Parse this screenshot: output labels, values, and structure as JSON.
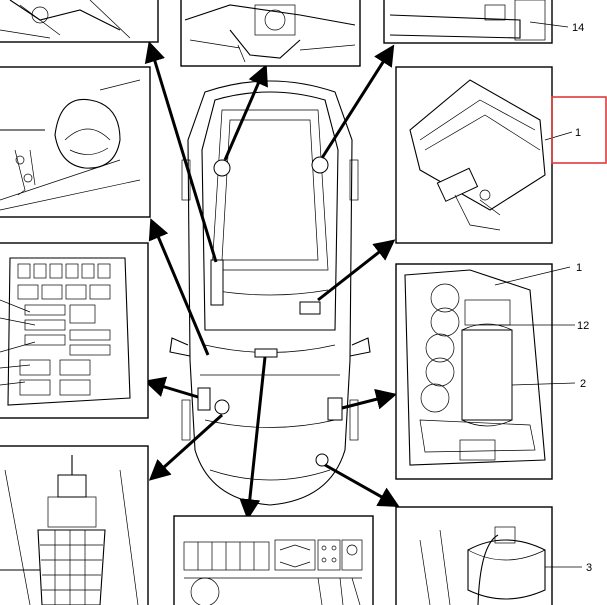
{
  "labels": {
    "label_14": "14",
    "label_1_top": "1",
    "label_1_mid": "1",
    "label_12": "12",
    "label_2": "2",
    "label_3": "3"
  },
  "colors": {
    "line": "#000000",
    "background": "#ffffff",
    "highlight_box": "#e03a3a"
  }
}
